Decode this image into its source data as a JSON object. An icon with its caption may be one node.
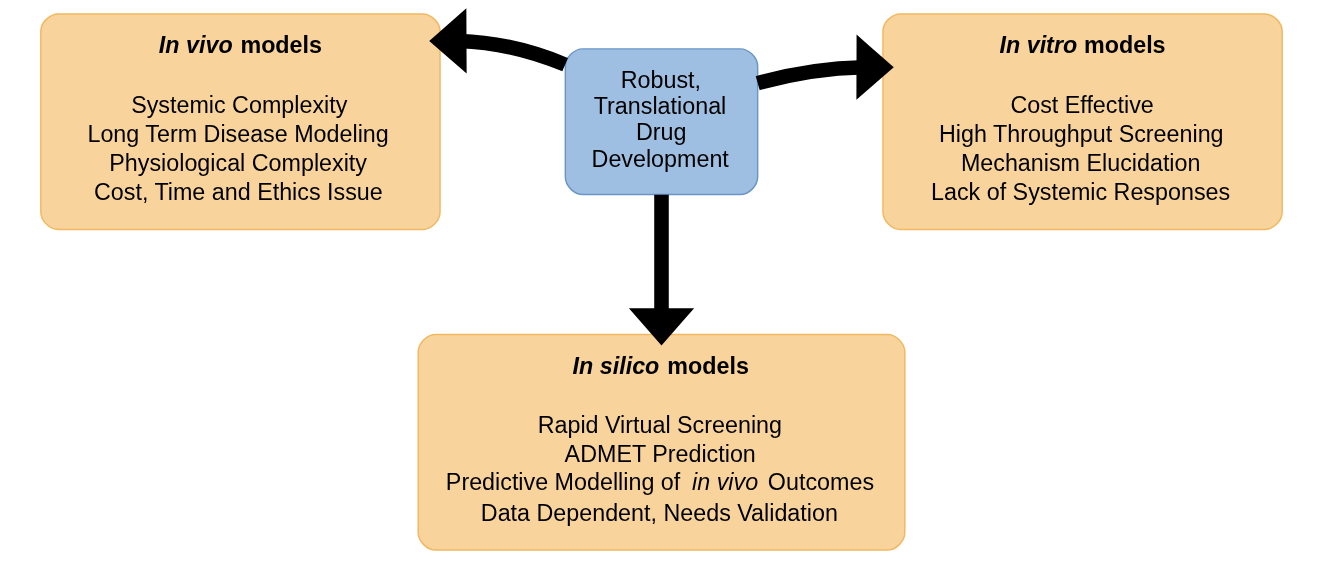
{
  "diagram": {
    "nodes": [
      {
        "text": [
          "*In vivo* models",
          "Systemic Complexity",
          "Long Term Disease Modeling",
          "Physiological Complexity",
          "Cost, Time and Ethics Issue"
        ]
      },
      {
        "text": [
          "Robust, Translational Drug Development"
        ]
      },
      {
        "text": [
          "*In vitro* models",
          "Cost Effective",
          "High Throughput Screening",
          "Mechanism Elucidation",
          "Lack of Systemic Responses"
        ]
      },
      {
        "text": [
          "*In silico* models",
          "Rapid Virtual Screening",
          "ADMET Prediction",
          "Predictive Modelling of *in vivo* Outcomes",
          "Data Dependent, Needs Validation"
        ]
      }
    ],
    "edges": [
      {
        "from": 1,
        "to": 0,
        "arrow": "to"
      },
      {
        "from": 1,
        "to": 2,
        "arrow": "to"
      },
      {
        "from": 1,
        "to": 3,
        "arrow": "to"
      }
    ]
  }
}
